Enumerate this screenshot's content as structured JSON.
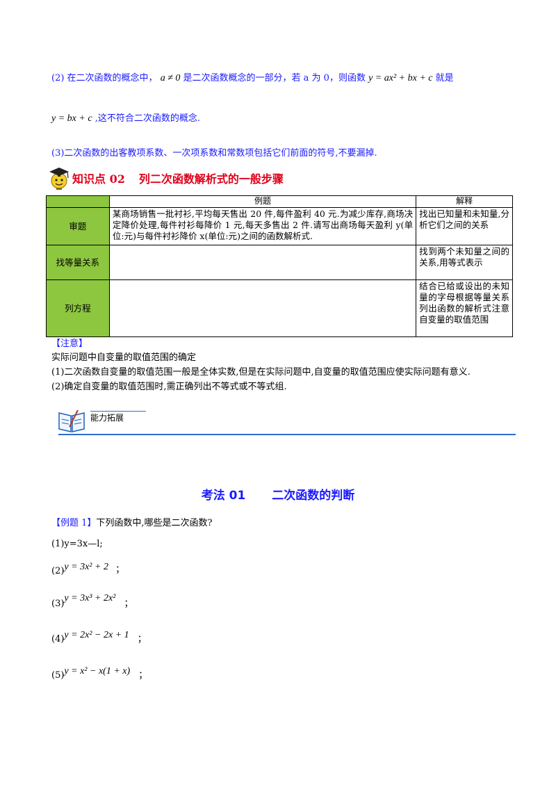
{
  "notes": {
    "n2_prefix": "(2) 在二次函数的概念中，",
    "n2_cond": "a ≠ 0",
    "n2_mid": "是二次函数概念的一部分，若 a  为 0，则函数",
    "n2_func": "y = ax² + bx + c",
    "n2_suffix": "就是",
    "n2b_func": "y = bx + c",
    "n2b_text": ",这不符合二次函数的概念.",
    "n3": "(3)二次函数的出客教项系数、一次项系数和常数项包括它们前面的符号,不要漏掉."
  },
  "knowledge_point": {
    "icon": "doctor-bulb-icon",
    "label": "知识点 02",
    "title": "列二次函数解析式的一般步骤"
  },
  "table": {
    "headers": [
      "",
      "例题",
      "解释"
    ],
    "rows": [
      {
        "step": "审题",
        "example": "某商场销售一批衬衫,平均每天售出 20 件,每件盈利 40 元.为减少库存,商场决定降价处理,每件衬衫每降价 1 元,每天多售出 2 件.请写出商场每天盈利 y(单位:元)与每件衬衫降价 x(单位:元)之间的函数解析式.",
        "explain": "找出已知量和未知量,分析它们之间的关系"
      },
      {
        "step": "找等量关系",
        "example": "",
        "explain": "找到两个未知量之间的关系,用等式表示"
      },
      {
        "step": "列方程",
        "example": "",
        "explain": "结合已给或设出的未知量的字母根据等量关系列出函数的解析式注意自变量的取值范围"
      }
    ]
  },
  "attention": {
    "head": "【注意】",
    "line1": "实际问题中自变量的取值范围的确定",
    "line2": "(1)二次函数自变量的取值范围一般是全体实数,但是在实际问题中,自变量的取值范围应使实际问题有意义.",
    "line3": "(2)确定自变量的取值范围时,需正确列出不等式或不等式组."
  },
  "ability": {
    "icon": "book-icon",
    "label": "能力拓展"
  },
  "method": {
    "label": "考法 01",
    "title": "二次函数的判断"
  },
  "example": {
    "tag": "【例题 1】",
    "question": "下列函数中,哪些是二次函数?",
    "items": [
      {
        "num": "(1)",
        "expr": "y=3x—l;",
        "tail": ""
      },
      {
        "num": "(2)",
        "expr": "y = 3x² + 2",
        "tail": "；"
      },
      {
        "num": "(3)",
        "expr": "y = 3x³ + 2x²",
        "tail": "；"
      },
      {
        "num": "(4)",
        "expr": "y = 2x² − 2x + 1",
        "tail": "；"
      },
      {
        "num": "(5)",
        "expr": "y = x² − x(1 + x)",
        "tail": "；"
      }
    ]
  }
}
